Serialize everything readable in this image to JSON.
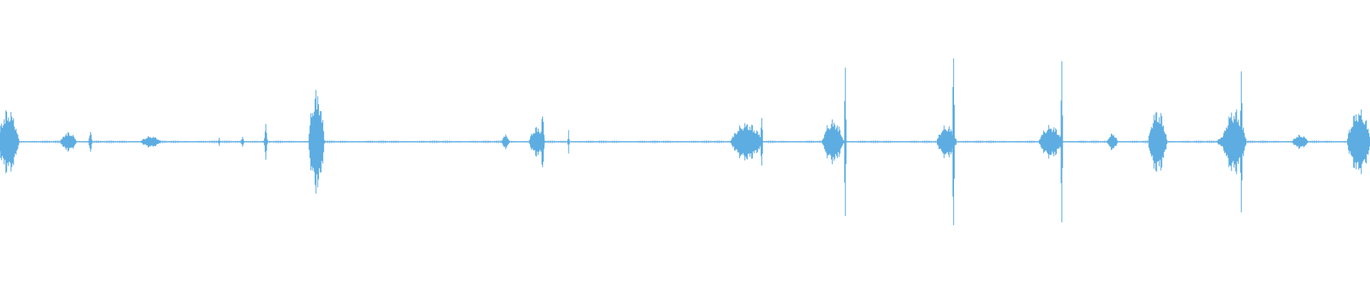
{
  "waveform": {
    "color": "#5dade2",
    "background": "#ffffff",
    "bursts": [
      {
        "x": 0.006,
        "amplitude": 0.12,
        "width": 0.016,
        "shape": "blob"
      },
      {
        "x": 0.05,
        "amplitude": 0.035,
        "width": 0.012,
        "shape": "blob"
      },
      {
        "x": 0.066,
        "amplitude": 0.055,
        "width": 0.004,
        "shape": "spike"
      },
      {
        "x": 0.11,
        "amplitude": 0.02,
        "width": 0.015,
        "shape": "blob"
      },
      {
        "x": 0.16,
        "amplitude": 0.025,
        "width": 0.002,
        "shape": "spike"
      },
      {
        "x": 0.177,
        "amplitude": 0.02,
        "width": 0.004,
        "shape": "spike"
      },
      {
        "x": 0.194,
        "amplitude": 0.07,
        "width": 0.004,
        "shape": "spike"
      },
      {
        "x": 0.231,
        "amplitude": 0.19,
        "width": 0.012,
        "shape": "blob"
      },
      {
        "x": 0.369,
        "amplitude": 0.025,
        "width": 0.006,
        "shape": "blob"
      },
      {
        "x": 0.392,
        "amplitude": 0.055,
        "width": 0.012,
        "shape": "blob"
      },
      {
        "x": 0.396,
        "amplitude": 0.15,
        "width": 0.004,
        "shape": "spike"
      },
      {
        "x": 0.415,
        "amplitude": 0.05,
        "width": 0.002,
        "shape": "spike"
      },
      {
        "x": 0.545,
        "amplitude": 0.07,
        "width": 0.024,
        "shape": "blob"
      },
      {
        "x": 0.556,
        "amplitude": 0.15,
        "width": 0.003,
        "shape": "spike"
      },
      {
        "x": 0.608,
        "amplitude": 0.08,
        "width": 0.016,
        "shape": "blob"
      },
      {
        "x": 0.617,
        "amplitude": 0.3,
        "width": 0.003,
        "shape": "spike"
      },
      {
        "x": 0.691,
        "amplitude": 0.06,
        "width": 0.015,
        "shape": "blob"
      },
      {
        "x": 0.696,
        "amplitude": 0.52,
        "width": 0.003,
        "shape": "spike"
      },
      {
        "x": 0.767,
        "amplitude": 0.06,
        "width": 0.018,
        "shape": "blob"
      },
      {
        "x": 0.775,
        "amplitude": 0.31,
        "width": 0.003,
        "shape": "spike"
      },
      {
        "x": 0.812,
        "amplitude": 0.03,
        "width": 0.008,
        "shape": "blob"
      },
      {
        "x": 0.845,
        "amplitude": 0.12,
        "width": 0.014,
        "shape": "blob"
      },
      {
        "x": 0.893,
        "amplitude": 0.02,
        "width": 0.01,
        "shape": "blob"
      },
      {
        "x": 0.901,
        "amplitude": 0.12,
        "width": 0.018,
        "shape": "blob"
      },
      {
        "x": 0.906,
        "amplitude": 0.36,
        "width": 0.003,
        "shape": "spike"
      },
      {
        "x": 0.949,
        "amplitude": 0.025,
        "width": 0.012,
        "shape": "blob"
      },
      {
        "x": 0.992,
        "amplitude": 0.12,
        "width": 0.018,
        "shape": "blob"
      }
    ],
    "noise_floor": 0.006
  }
}
